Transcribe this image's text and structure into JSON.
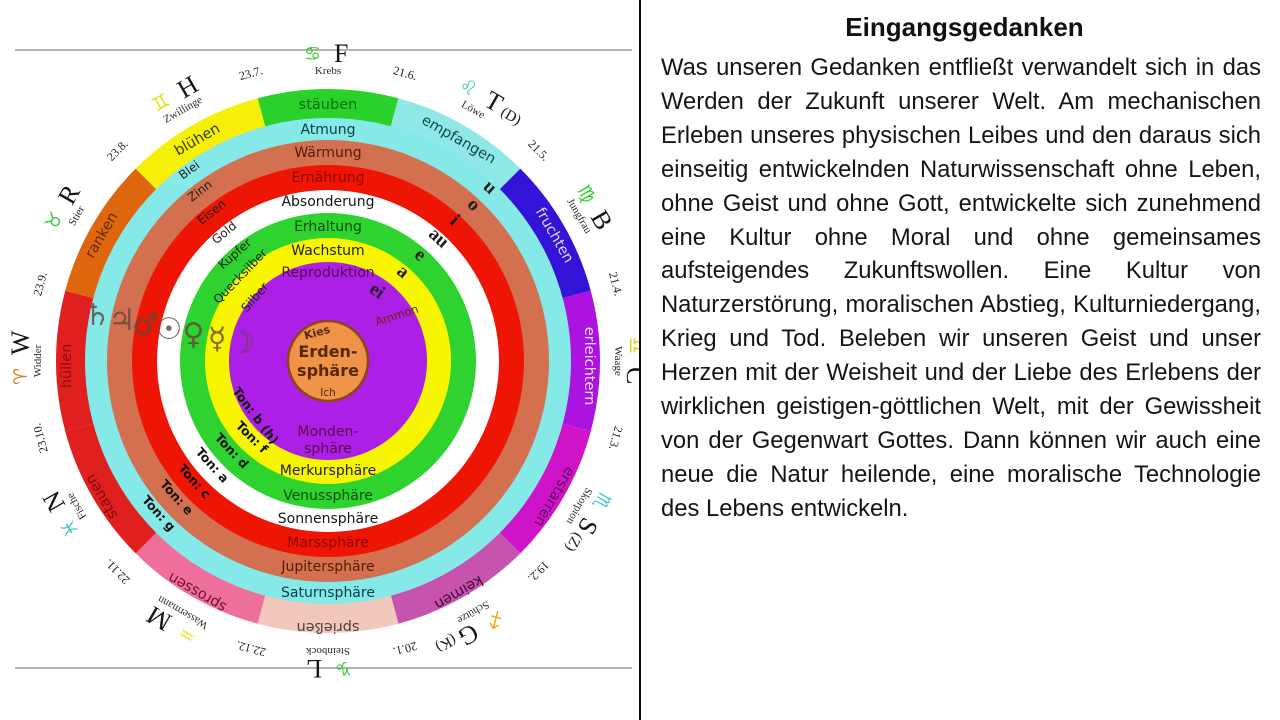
{
  "right_panel": {
    "title": "Eingangsgedanken",
    "body": "Was unseren Gedanken entfließt verwandelt sich in das Werden der Zukunft unserer Welt. Am mechanischen Erleben unseres physischen Leibes und den daraus sich einseitig entwickelnden Naturwissenschaft ohne Leben, ohne Geist und ohne Gott, entwickelte sich zunehmend eine Kultur ohne Moral und ohne gemeinsames aufsteigendes Zukunftswollen. Eine Kultur von Naturzerstörung, moralischen Abstieg, Kulturniedergang, Krieg und Tod. Beleben wir unseren Geist und unser Herzen mit der Weisheit und der Liebe des Erlebens der wirklichen geistigen-göttlichen Welt, mit der Gewissheit von der Gegenwart Gottes. Dann können wir auch eine neue die Natur heilende, eine moralische Technologie des Lebens entwickeln."
  },
  "diagram": {
    "center": {
      "label_line1": "Erden-",
      "label_line2": "sphäre",
      "top": "Kies",
      "bottom": "Ich",
      "color": "#ef9348",
      "border_color": "#8a4613",
      "text_color": "#57270a"
    },
    "moon_extra": "Ammon",
    "rings": [
      {
        "process": "Atmung",
        "sphere": "Saturnsphäre",
        "metal": "Blei",
        "tone": "Ton: g",
        "vowel": "u",
        "planet": "♄",
        "color": "#85e9e7",
        "text_color": "#0e3c48"
      },
      {
        "process": "Wärmung",
        "sphere": "Jupitersphäre",
        "metal": "Zinn",
        "tone": "Ton: e",
        "vowel": "o",
        "planet": "♃",
        "color": "#d3704f",
        "text_color": "#571905"
      },
      {
        "process": "Ernährung",
        "sphere": "Marssphäre",
        "metal": "Eisen",
        "tone": "Ton: c",
        "vowel": "i",
        "planet": "♂",
        "color": "#ee1505",
        "text_color": "#8f0700"
      },
      {
        "process": "Absonderung",
        "sphere": "Sonnensphäre",
        "metal": "Gold",
        "tone": "Ton: a",
        "vowel": "au",
        "planet": "☉",
        "color": "#ffffff",
        "text_color": "#161616"
      },
      {
        "process": "Erhaltung",
        "sphere": "Venussphäre",
        "metal": "Kupfer",
        "tone": "Ton: d",
        "vowel": "e",
        "planet": "♀",
        "color": "#2fd32f",
        "text_color": "#0b500b"
      },
      {
        "process": "Wachstum",
        "sphere": "Merkursphäre",
        "metal": "Quecksilber",
        "tone": "Ton: f",
        "vowel": "a",
        "planet": "☿",
        "color": "#f7f500",
        "text_color": "#202020"
      },
      {
        "process": "Reproduktion",
        "sphere": "Mondensphäre",
        "sphere_line1": "Monden-",
        "sphere_line2": "sphäre",
        "metal": "Silber",
        "tone": "Ton: b (h)",
        "vowel": "ei",
        "planet": "☽",
        "color": "#ab1fe6",
        "text_color": "#5c0a46"
      }
    ],
    "segments": [
      {
        "activity": "stäuben",
        "zodiac": "Krebs",
        "letter": "F",
        "letter_alt": "",
        "symbol": "♋",
        "color": "#2bd12b",
        "text_color": "#0a6e0a",
        "symbol_color": "#2ecc2e"
      },
      {
        "activity": "empfangen",
        "zodiac": "Löwe",
        "letter": "T",
        "letter_alt": "(D)",
        "symbol": "♌",
        "color": "#8fe8e6",
        "text_color": "#0d4a52",
        "symbol_color": "#45c8b8"
      },
      {
        "activity": "fruchten",
        "zodiac": "Jungfrau",
        "letter": "B",
        "letter_alt": "",
        "symbol": "♍",
        "color": "#3413d8",
        "text_color": "#d8dcff",
        "symbol_color": "#2ecc2e"
      },
      {
        "activity": "erleichtern",
        "zodiac": "Waage",
        "letter": "C",
        "letter_alt": "",
        "symbol": "♎",
        "color": "#ad13e0",
        "text_color": "#f4e2ff",
        "symbol_color": "#e3cf0a"
      },
      {
        "activity": "erstarren",
        "zodiac": "Skorpion",
        "letter": "S",
        "letter_alt": "(Z)",
        "symbol": "♏",
        "color": "#cf13c9",
        "text_color": "#570857",
        "symbol_color": "#3ecccc"
      },
      {
        "activity": "keimen",
        "zodiac": "Schütze",
        "letter": "G",
        "letter_alt": "(K)",
        "symbol": "♐",
        "color": "#c653ae",
        "text_color": "#3c0a33",
        "symbol_color": "#eda511"
      },
      {
        "activity": "sprießen",
        "zodiac": "Steinbock",
        "letter": "L",
        "letter_alt": "",
        "symbol": "♑",
        "color": "#f2c8bd",
        "text_color": "#444444",
        "symbol_color": "#3ecc3e"
      },
      {
        "activity": "sprossen",
        "zodiac": "Wassermann",
        "letter": "M",
        "letter_alt": "",
        "symbol": "♒",
        "color": "#ee6f9c",
        "text_color": "#701030",
        "symbol_color": "#e8e645"
      },
      {
        "activity": "stauen",
        "zodiac": "Fische",
        "letter": "N",
        "letter_alt": "",
        "symbol": "♓",
        "color": "#e01f1f",
        "text_color": "#7c0808",
        "symbol_color": "#3ec8c8"
      },
      {
        "activity": "hüllen",
        "zodiac": "Widder",
        "letter": "W",
        "letter_alt": "",
        "symbol": "♈",
        "color": "#e01f1f",
        "text_color": "#8f0d0d",
        "symbol_color": "#e0761c"
      },
      {
        "activity": "ranken",
        "zodiac": "Stier",
        "letter": "R",
        "letter_alt": "",
        "symbol": "♉",
        "color": "#dd660f",
        "text_color": "#662a00",
        "symbol_color": "#3ecc3e"
      },
      {
        "activity": "blühen",
        "zodiac": "Zwillinge",
        "letter": "H",
        "letter_alt": "",
        "symbol": "♊",
        "color": "#f6ef07",
        "text_color": "#3a3a10",
        "symbol_color": "#e5de0a"
      }
    ],
    "dates": [
      "23.7.",
      "21.6.",
      "21.5.",
      "21.4.",
      "21.3.",
      "19.2.",
      "20.1.",
      "22.12.",
      "22.11.",
      "23.10.",
      "23.9.",
      "23.8."
    ],
    "frame_line_color": "#666666"
  }
}
